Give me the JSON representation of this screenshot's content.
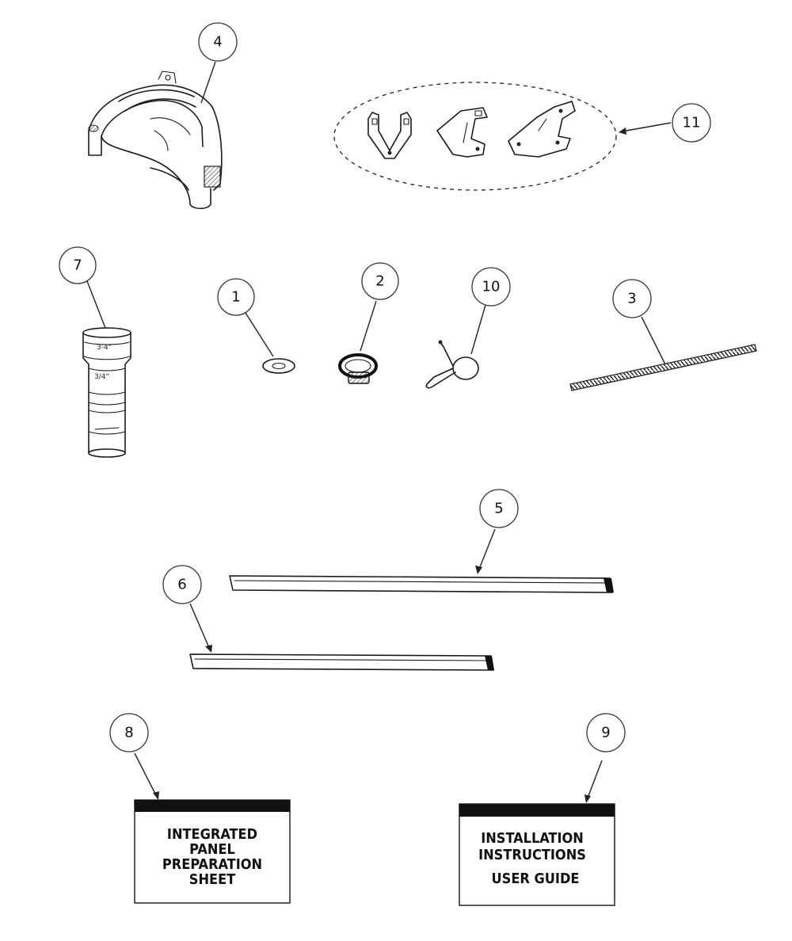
{
  "callouts": [
    {
      "id": "1",
      "label": "1"
    },
    {
      "id": "2",
      "label": "2"
    },
    {
      "id": "3",
      "label": "3"
    },
    {
      "id": "4",
      "label": "4"
    },
    {
      "id": "5",
      "label": "5"
    },
    {
      "id": "6",
      "label": "6"
    },
    {
      "id": "7",
      "label": "7"
    },
    {
      "id": "8",
      "label": "8"
    },
    {
      "id": "9",
      "label": "9"
    },
    {
      "id": "10",
      "label": "10"
    },
    {
      "id": "11",
      "label": "11"
    }
  ],
  "documents": {
    "sheet8": {
      "lines": [
        "INTEGRATED",
        "PANEL",
        "PREPARATION",
        "SHEET"
      ]
    },
    "sheet9": {
      "lines": [
        "INSTALLATION",
        "INSTRUCTIONS",
        "USER GUIDE"
      ]
    }
  },
  "colors": {
    "ink": "#1a1a1a",
    "paper": "#ffffff"
  }
}
